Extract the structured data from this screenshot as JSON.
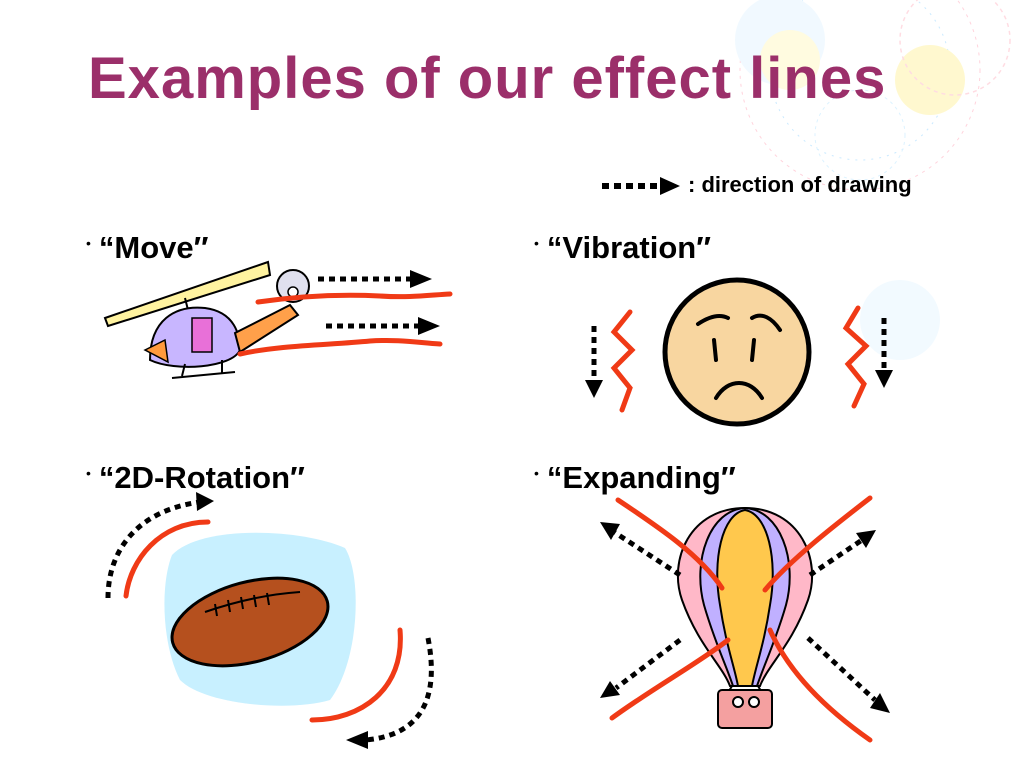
{
  "slide": {
    "title": "Examples of our effect lines",
    "legend": {
      "text": ": direction of drawing",
      "arrow_icon": "dotted-arrow-icon"
    },
    "items": [
      {
        "label": "“Move″"
      },
      {
        "label": "“Vibration″"
      },
      {
        "label": "“2D-Rotation″"
      },
      {
        "label": "“Expanding″"
      }
    ],
    "bullet": "•",
    "colors": {
      "title": "#9b2f6a",
      "effect_line": "#f03a16",
      "arrow": "#000000",
      "face": "#f8d6a0",
      "football": "#b5501e",
      "balloon_center": "#ffc84d"
    }
  }
}
